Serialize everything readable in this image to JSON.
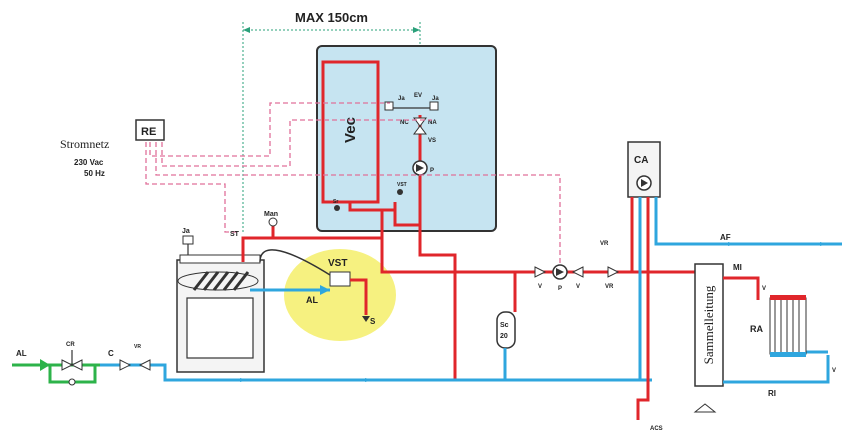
{
  "labels": {
    "max": "MAX 150cm",
    "vec": "Vec",
    "re": "RE",
    "stromnetz": "Stromnetz",
    "voltage": "230 Vac",
    "freq": "50 Hz",
    "ca": "CA",
    "af": "AF",
    "mi": "MI",
    "ri": "RI",
    "ra": "RA",
    "v": "V",
    "p": "P",
    "vr": "VR",
    "sammel": "Sammelleitung",
    "sc": "Sc",
    "sc_num": "20",
    "vst": "VST",
    "al": "AL",
    "s": "S",
    "ja": "Ja",
    "man": "Man",
    "st": "ST",
    "c": "C",
    "cr": "CR",
    "acs": "ACS",
    "ev": "EV",
    "nc": "NC",
    "na": "NA",
    "vs": "VS",
    "vst2": "VST",
    "sr": "Sr"
  },
  "colors": {
    "hot": "#e0262b",
    "cold": "#2fa6de",
    "inlet": "#2db34a",
    "control": "#e0709a",
    "dimension": "#2aa07a",
    "vessel_box": "#c6e4f1",
    "highlight": "#f4ee6a"
  }
}
